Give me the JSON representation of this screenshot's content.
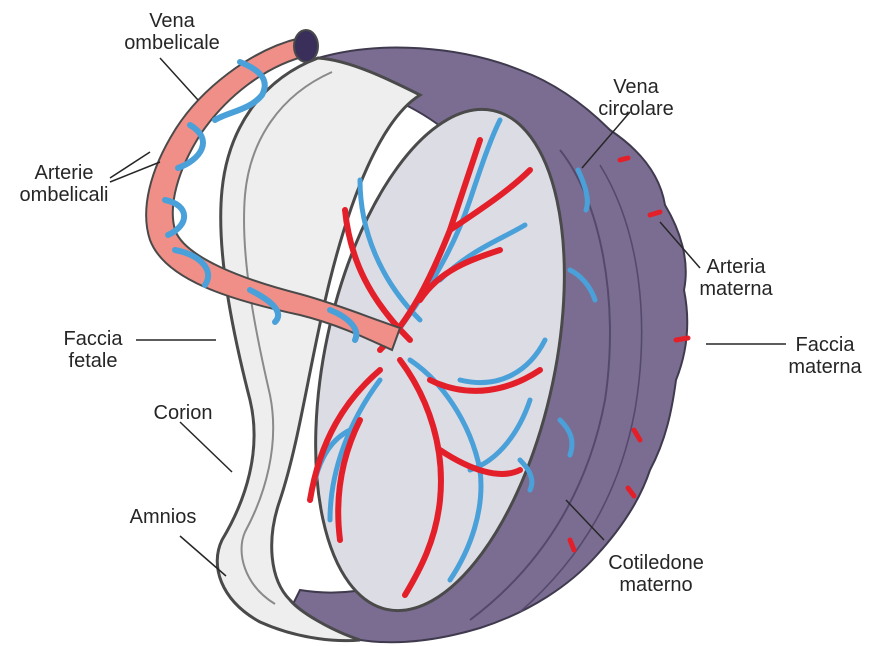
{
  "labels": {
    "vena_ombelicale": [
      "Vena",
      "ombelicale"
    ],
    "arterie_ombelicali": [
      "Arterie",
      "ombelicali"
    ],
    "faccia_fetale": [
      "Faccia",
      "fetale"
    ],
    "corion": [
      "Corion"
    ],
    "amnios": [
      "Amnios"
    ],
    "vena_circolare": [
      "Vena",
      "circolare"
    ],
    "arteria_materna": [
      "Arteria",
      "materna"
    ],
    "faccia_materna": [
      "Faccia",
      "materna"
    ],
    "cotiledone_materno": [
      "Cotiledone",
      "materno"
    ]
  },
  "colors": {
    "maternal_tissue": "#7b6d92",
    "maternal_tissue_light": "#9a8db0",
    "chorionic_plate": "#dcdce4",
    "artery_red": "#e3202a",
    "vein_blue": "#4aa0d8",
    "cord_pink": "#f08f87",
    "outline": "#4a4a4a"
  }
}
